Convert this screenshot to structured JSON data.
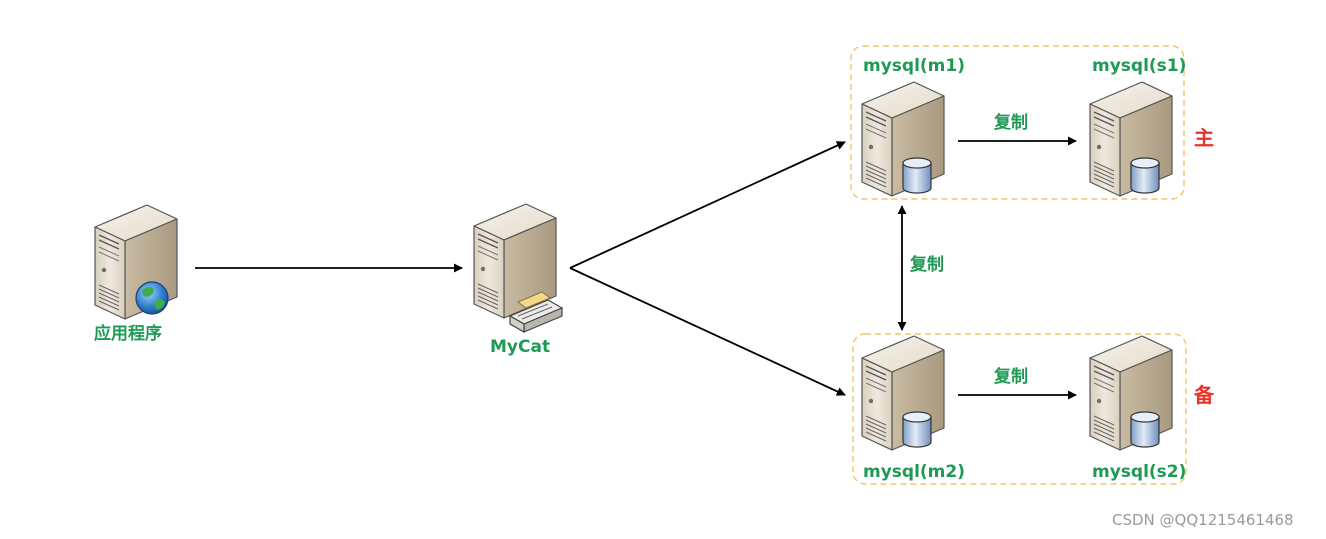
{
  "nodes": {
    "app": {
      "label": "应用程序"
    },
    "mycat": {
      "label": "MyCat"
    },
    "m1": {
      "label": "mysql(m1)"
    },
    "s1": {
      "label": "mysql(s1)"
    },
    "m2": {
      "label": "mysql(m2)"
    },
    "s2": {
      "label": "mysql(s2)"
    }
  },
  "groups": {
    "primary": {
      "role_label": "主"
    },
    "standby": {
      "role_label": "备"
    }
  },
  "edges": {
    "m1_s1": {
      "label": "复制"
    },
    "m1_m2": {
      "label": "复制"
    },
    "m2_s2": {
      "label": "复制"
    }
  },
  "watermark": "CSDN @QQ1215461468",
  "colors": {
    "label_green": "#1f9a55",
    "role_red": "#e8332b",
    "group_border": "#f3c46b",
    "arrow": "#000000"
  },
  "icons": {
    "app": "web-server-globe-icon",
    "mycat": "proxy-server-icon",
    "db": "database-server-icon"
  }
}
